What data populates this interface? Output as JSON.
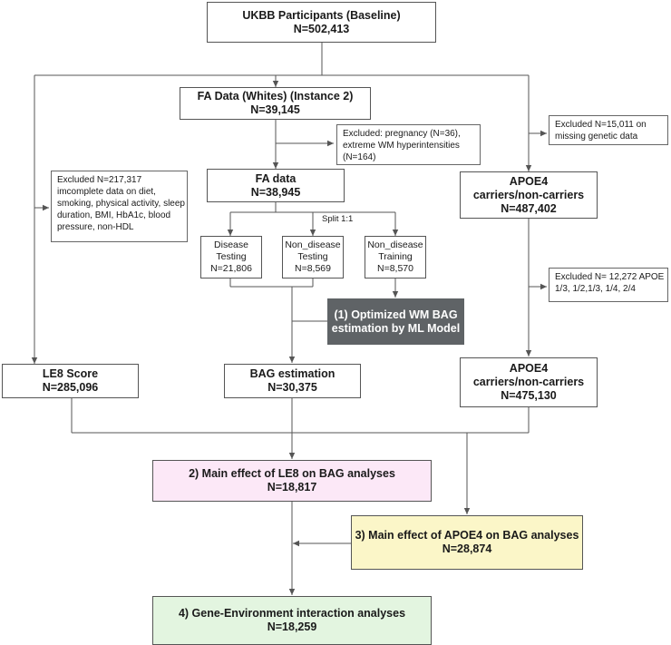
{
  "boxes": {
    "baseline": {
      "title": "UKBB Participants (Baseline)",
      "n": "N=502,413"
    },
    "fa_data_instance": {
      "title": "FA Data (Whites) (Instance 2)",
      "n": "N=39,145"
    },
    "fa_data": {
      "title": "FA data",
      "n": "N=38,945"
    },
    "apoe4_top": {
      "title1": "APOE4",
      "title2": "carriers/non-carriers",
      "n": "N=487,402"
    },
    "disease_testing": {
      "l1": "Disease",
      "l2": "Testing",
      "n": "N=21,806"
    },
    "nondisease_testing": {
      "l1": "Non_disease",
      "l2": "Testing",
      "n": "N=8,569"
    },
    "nondisease_training": {
      "l1": "Non_disease",
      "l2": "Training",
      "n": "N=8,570"
    },
    "ml_model": {
      "l1": "(1) Optimized WM BAG",
      "l2": "estimation by ML Model"
    },
    "le8": {
      "title": "LE8 Score",
      "n": "N=285,096"
    },
    "bag_estimation": {
      "title": "BAG estimation",
      "n": "N=30,375"
    },
    "apoe4_bottom": {
      "title1": "APOE4",
      "title2": "carriers/non-carriers",
      "n": "N=475,130"
    },
    "analysis2": {
      "title": "2) Main effect of LE8 on BAG analyses",
      "n": "N=18,817"
    },
    "analysis3": {
      "title": "3) Main effect of APOE4 on BAG analyses",
      "n": "N=28,874"
    },
    "analysis4": {
      "title": "4) Gene-Environment interaction analyses",
      "n": "N=18,259"
    }
  },
  "notes": {
    "excluded_pregnancy": [
      "Excluded: pregnancy (N=36),",
      "extreme WM hyperintensities",
      "(N=164)"
    ],
    "excluded_genetic": [
      "Excluded N=15,011 on",
      "missing genetic data"
    ],
    "excluded_lifestyle": [
      "Excluded N=217,317",
      "imcomplete data on diet,",
      "smoking, physical activity, sleep",
      "duration, BMI, HbA1c, blood",
      "pressure, non-HDL"
    ],
    "excluded_apoe": [
      "Excluded N= 12,272 APOE",
      "1/3, 1/2,1/3, 1/4, 2/4"
    ]
  },
  "split_label": "Split 1:1",
  "colors": {
    "line": "#555555",
    "ml_box": "#5f6366",
    "analysis2": "#fce8f7",
    "analysis3": "#fbf6c8",
    "analysis4": "#e3f5e0"
  }
}
